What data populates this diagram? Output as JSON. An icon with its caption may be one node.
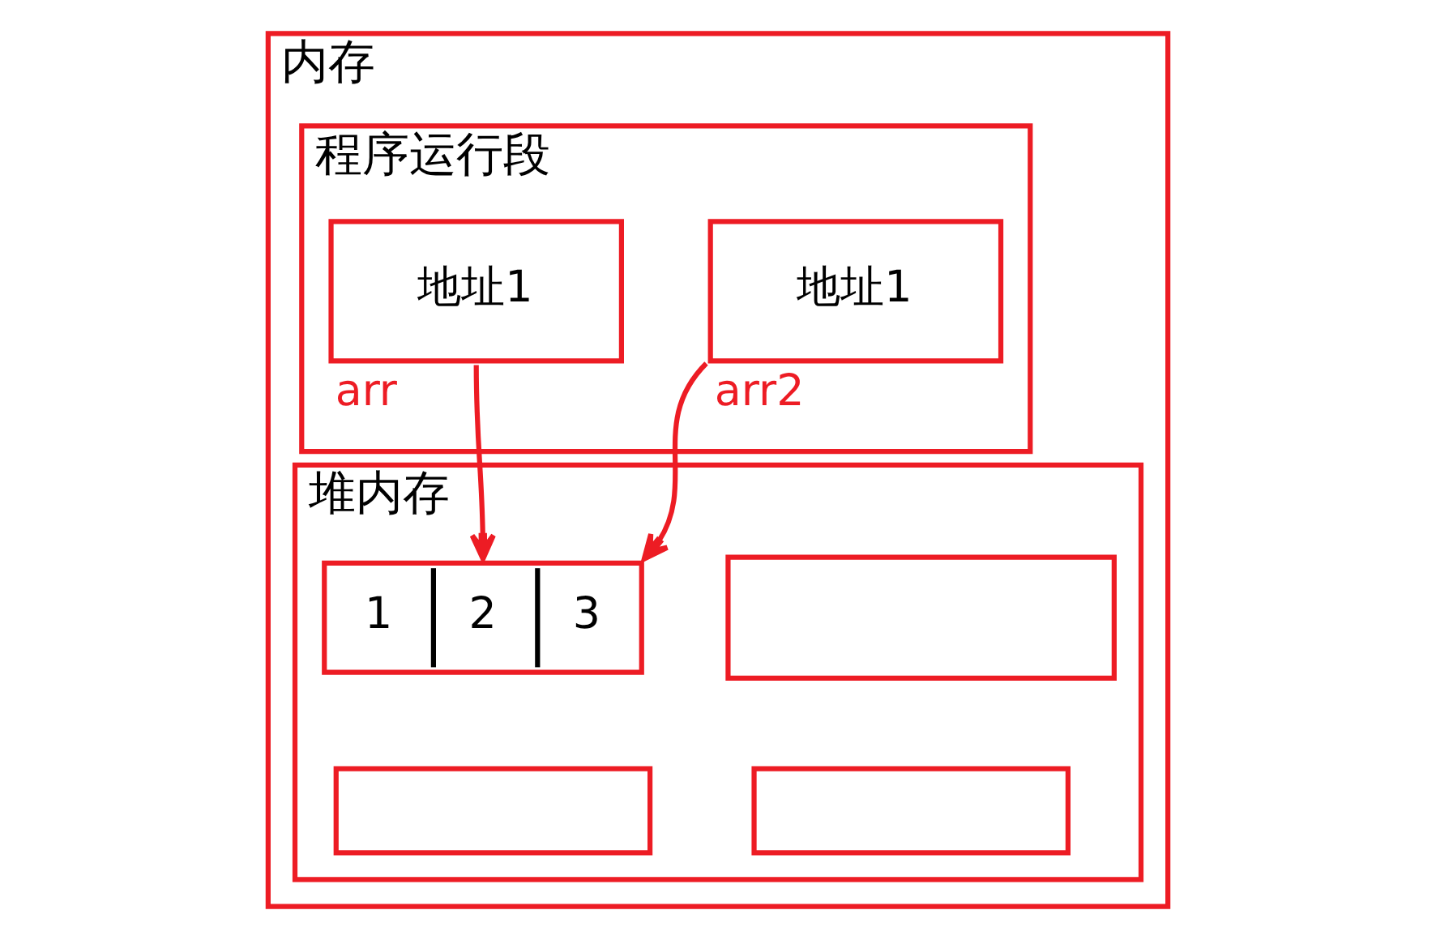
{
  "diagram": {
    "nodes": [
      {
        "text": [
          "内存"
        ]
      },
      {
        "text": [
          "程序运行段"
        ],
        "in": 0
      },
      {
        "text": [
          "地址1"
        ],
        "in": 1,
        "beside": [
          "arr"
        ]
      },
      {
        "text": [
          "地址1"
        ],
        "in": 1,
        "beside": [
          "arr2"
        ]
      },
      {
        "text": [
          "堆内存"
        ],
        "in": 0
      },
      {
        "text": [
          "1",
          "2",
          "3"
        ],
        "in": 4
      },
      {
        "text": [],
        "shape": "box",
        "in": 4
      },
      {
        "text": [],
        "shape": "box",
        "in": 4
      },
      {
        "text": [],
        "shape": "box",
        "in": 4
      }
    ],
    "edges": [
      {
        "from": 2,
        "to": 5,
        "arrow": "to"
      },
      {
        "from": 3,
        "to": 5,
        "arrow": "to"
      }
    ]
  }
}
